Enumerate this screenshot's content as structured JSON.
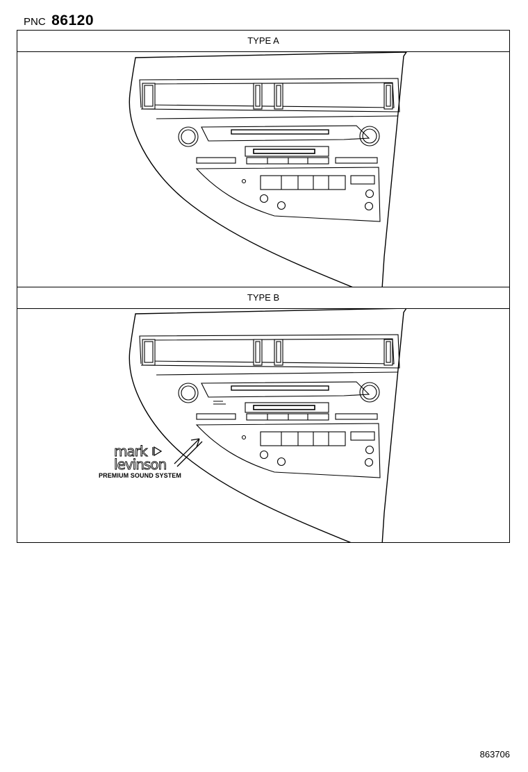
{
  "header": {
    "pnc_label": "PNC",
    "pnc_number": "86120"
  },
  "panels": [
    {
      "label": "TYPE A",
      "has_logo": false
    },
    {
      "label": "TYPE B",
      "has_logo": true
    }
  ],
  "logo": {
    "text": "mark levinson",
    "caption": "PREMIUM SOUND SYSTEM"
  },
  "footer": {
    "doc_id": "863706"
  }
}
